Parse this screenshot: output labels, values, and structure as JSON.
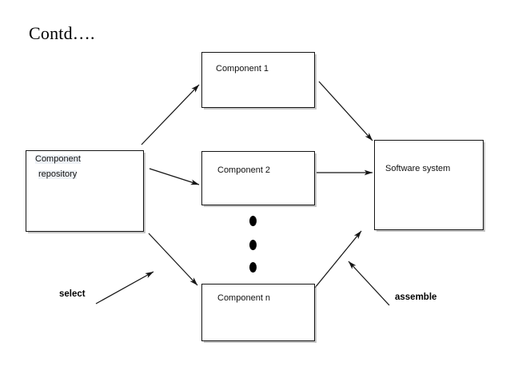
{
  "slide": {
    "title": "Contd….",
    "background_color": "#ffffff",
    "line_color": "#151515",
    "text_color": "#111111"
  },
  "nodes": {
    "repository": {
      "line1": "Component",
      "line2": "repository"
    },
    "component_1": {
      "label": "Component 1"
    },
    "component_2": {
      "label": "Component 2"
    },
    "component_n": {
      "label": "Component n"
    },
    "software_system": {
      "label": "Software system"
    }
  },
  "edge_labels": {
    "select": "select",
    "assemble": "assemble"
  },
  "ellipsis": {
    "symbol": "vertical-ellipsis",
    "count": 3
  },
  "edges": [
    {
      "name": "repository-to-component-1",
      "from": "repository",
      "to": "component_1",
      "arrow": true
    },
    {
      "name": "repository-to-component-2",
      "from": "repository",
      "to": "component_2",
      "arrow": true
    },
    {
      "name": "repository-to-component-n",
      "from": "repository",
      "to": "component_n",
      "arrow": true
    },
    {
      "name": "component-1-to-software-system",
      "from": "component_1",
      "to": "software_system",
      "arrow": true
    },
    {
      "name": "component-2-to-software-system",
      "from": "component_2",
      "to": "software_system",
      "arrow": true
    },
    {
      "name": "component-n-to-software-system",
      "from": "component_n",
      "to": "software_system",
      "arrow": true
    },
    {
      "name": "select-pointer",
      "from": "select",
      "to": "repository-output",
      "arrow": true
    },
    {
      "name": "assemble-pointer",
      "from": "assemble",
      "to": "software-system-input",
      "arrow": true
    }
  ]
}
